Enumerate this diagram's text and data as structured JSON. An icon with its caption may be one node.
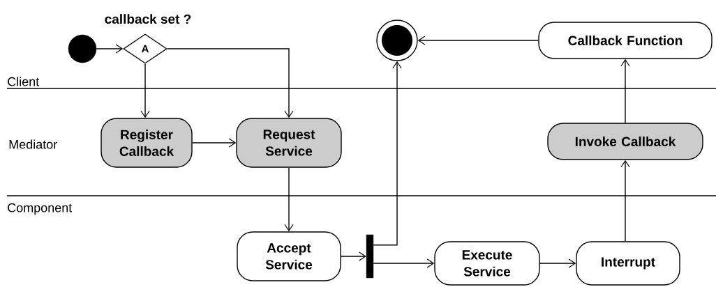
{
  "diagram": {
    "nodes": [
      {
        "text": [],
        "shape": "circle"
      },
      {
        "text": [
          "A"
        ],
        "beside": [
          "callback set ?"
        ]
      },
      {
        "text": [
          "Register Callback"
        ]
      },
      {
        "text": [
          "Request Service"
        ]
      },
      {
        "text": [],
        "shape": "circle"
      },
      {
        "text": [
          "Callback Function"
        ]
      },
      {
        "text": [
          "Invoke Callback"
        ]
      },
      {
        "text": [
          "Accept Service"
        ]
      },
      {
        "text": [],
        "shape": "bar"
      },
      {
        "text": [
          "Execute Service"
        ]
      },
      {
        "text": [
          "Interrupt"
        ]
      }
    ],
    "edges": [
      {
        "from": 0,
        "to": 1,
        "arrow": "to"
      },
      {
        "from": 1,
        "to": 2,
        "arrow": "to"
      },
      {
        "from": 1,
        "to": 3,
        "arrow": "to"
      },
      {
        "from": 2,
        "to": 3,
        "arrow": "to"
      },
      {
        "from": 3,
        "to": 7,
        "arrow": "to"
      },
      {
        "from": 7,
        "to": 8,
        "arrow": "to"
      },
      {
        "from": 8,
        "to": 4,
        "arrow": "to"
      },
      {
        "from": 8,
        "to": 9,
        "arrow": "to"
      },
      {
        "from": 9,
        "to": 10,
        "arrow": "to"
      },
      {
        "from": 10,
        "to": 6,
        "arrow": "to"
      },
      {
        "from": 6,
        "to": 5,
        "arrow": "to"
      },
      {
        "from": 5,
        "to": 4,
        "arrow": "to"
      }
    ],
    "labels": [
      "Client",
      "Mediator",
      "Component"
    ]
  }
}
